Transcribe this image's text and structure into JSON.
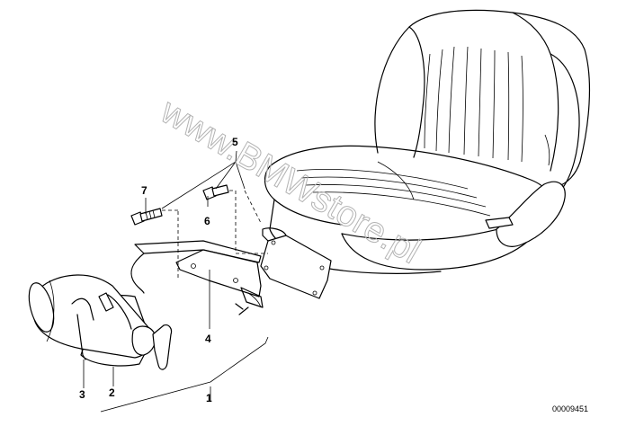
{
  "diagram": {
    "callouts": {
      "part_1": "1",
      "part_2": "2",
      "part_3": "3",
      "part_4": "4",
      "part_5": "5",
      "part_6": "6",
      "part_7": "7"
    },
    "drawing_number": "00009451",
    "watermark": "www.BMWstore.pl"
  }
}
